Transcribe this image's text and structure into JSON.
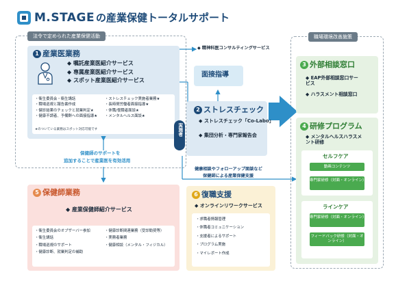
{
  "header": {
    "logo_text": "M.STAGE",
    "title_suffix": "の産業保健トータルサポート"
  },
  "law_group": {
    "label": "法令で定められた産業保健活動"
  },
  "improve_group": {
    "label": "職場環境改善施策"
  },
  "sangyoui": {
    "num": "1",
    "title": "産業医業務",
    "main_items": [
      "嘱託産業医紹介サービス",
      "専属産業医紹介サービス",
      "スポット産業医紹介サービス"
    ],
    "sub_left": [
      "衛生委員会・衛生講話",
      "職場巡視と報告書作成",
      "健診結果のチェックと就業判定★",
      "健康不調者、予備群への面接指導★"
    ],
    "sub_right": [
      "ストレスチェック実施者業務★",
      "長時間労働者面接指導★",
      "休職/復職者面談★",
      "メンタルヘルス面談★"
    ],
    "note": "★のついている業務はスポット対応可能です"
  },
  "psych": {
    "bullet": "◆",
    "label": "精神科医コンサルティングサービス"
  },
  "mensetsu": {
    "label": "面接指導"
  },
  "stress": {
    "num": "2",
    "title": "ストレスチェック",
    "items": [
      "ストレスチェック「Co-Labo」",
      "集団分析・専門家報告会"
    ]
  },
  "jisshisha": {
    "label": "実施者"
  },
  "hokenshi_note": {
    "line1": "保健師のサポートを",
    "line2": "追加することで産業医を有効活用"
  },
  "followup_note": {
    "line1": "健康相談やフォローアップ面談など",
    "line2": "保健師による産業保健支援"
  },
  "hokenshi": {
    "num": "5",
    "title": "保健師業務",
    "main_items": [
      "産業保健師紹介サービス"
    ],
    "sub_left": [
      "衛生委員会のオブザーバー参加",
      "衛生講話",
      "職場巡視のサポート",
      "健康診断、就業判定の補助"
    ],
    "sub_right": [
      "健康診断関連業務（受診勧奨等）",
      "実務者業務",
      "健康相談（メンタル・フィジカル）"
    ]
  },
  "fukushoku": {
    "num": "6",
    "title": "復職支援",
    "main_items": [
      "オンラインリワークサービス"
    ],
    "sub_items": [
      "求職者情報管理",
      "休職者コミュニケーション",
      "支援者によるサポート",
      "プログラム実施",
      "マイレポート作成"
    ]
  },
  "gaibu": {
    "num": "3",
    "title": "外部相談窓口",
    "items": [
      "EAP外部相談窓口サービス",
      "ハラスメント相談窓口"
    ]
  },
  "kenshu": {
    "num": "4",
    "title": "研修プログラム",
    "items": [
      "メンタルヘルスハラスメント研修"
    ],
    "self_care": {
      "title": "セルフケア",
      "buttons": [
        "動画コンテンツ",
        "専門家研修（対面・オンライン）"
      ]
    },
    "line_care": {
      "title": "ラインケア",
      "buttons": [
        "専門家研修（対面・オンライン）",
        "フィードバック研修（対面・オンライン）"
      ]
    }
  },
  "colors": {
    "navy": "#1d4a78",
    "arrow_blue": "#2e8fc8",
    "green": "#4aaa4f",
    "orange": "#e58a4e",
    "yellow_num": "#e0a81a"
  }
}
